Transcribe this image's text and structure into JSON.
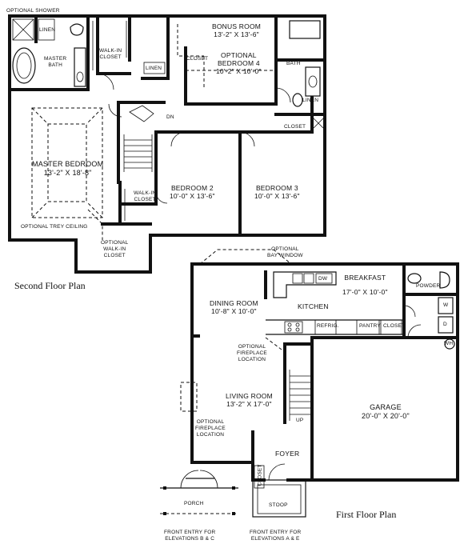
{
  "second_floor": {
    "title": "Second Floor Plan",
    "optional_shower": "OPTIONAL SHOWER",
    "linen_1": "LINEN",
    "master_bath": [
      "MASTER",
      "BATH"
    ],
    "walk_in_closet_1": [
      "WALK-IN",
      "CLOSET"
    ],
    "linen_2": "LINEN",
    "bonus_room": {
      "name": "BONUS ROOM",
      "size": "13'-2\" X 13'-6\""
    },
    "optional_bedroom_4": {
      "name": [
        "OPTIONAL",
        "BEDROOM 4"
      ],
      "size": "10'-2\" X 10'-0\""
    },
    "closet_1": "CLOSET",
    "bath": "BATH",
    "linen_3": "LINEN",
    "closet_2": "CLOSET",
    "dn": "DN",
    "master_bedroom": {
      "name": "MASTER BEDROOM",
      "size": "13'-2\" X 18'-8\""
    },
    "bedroom_2": {
      "name": "BEDROOM 2",
      "size": "10'-0\" X 13'-6\""
    },
    "bedroom_3": {
      "name": "BEDROOM 3",
      "size": "10'-0\" X 13'-6\""
    },
    "walk_in_closet_2": [
      "WALK-IN",
      "CLOSET"
    ],
    "optional_trey_ceiling": "OPTIONAL TREY CEILING",
    "optional_walk_in_closet": [
      "OPTIONAL",
      "WALK-IN",
      "CLOSET"
    ]
  },
  "first_floor": {
    "title": "First Floor Plan",
    "optional_bay_window": [
      "OPTIONAL",
      "BAY WINDOW"
    ],
    "breakfast": {
      "name": "BREAKFAST",
      "size": "17'-0\" X 10'-0\""
    },
    "dw": "DW",
    "powder": "POWDER",
    "kitchen": "KITCHEN",
    "dining_room": {
      "name": "DINING ROOM",
      "size": "10'-8\" X 10'-0\""
    },
    "refrig": "REFRIG.",
    "pantry": "PANTRY",
    "closet": "CLOSET",
    "washer": "W",
    "dryer": "D",
    "water_heater": "WH",
    "optional_fireplace_1": [
      "OPTIONAL",
      "FIREPLACE",
      "LOCATION"
    ],
    "living_room": {
      "name": "LIVING ROOM",
      "size": "13'-2\" X 17'-0\""
    },
    "up": "UP",
    "garage": {
      "name": "GARAGE",
      "size": "20'-0\" X 20'-0\""
    },
    "optional_fireplace_2": [
      "OPTIONAL",
      "FIREPLACE",
      "LOCATION"
    ],
    "foyer": "FOYER",
    "closet_foyer": "CLOSET",
    "porch": "PORCH",
    "stoop": "STOOP",
    "front_entry_bc": [
      "FRONT ENTRY FOR",
      "ELEVATIONS B & C"
    ],
    "front_entry_ae": [
      "FRONT ENTRY FOR",
      "ELEVATIONS A & E"
    ]
  }
}
